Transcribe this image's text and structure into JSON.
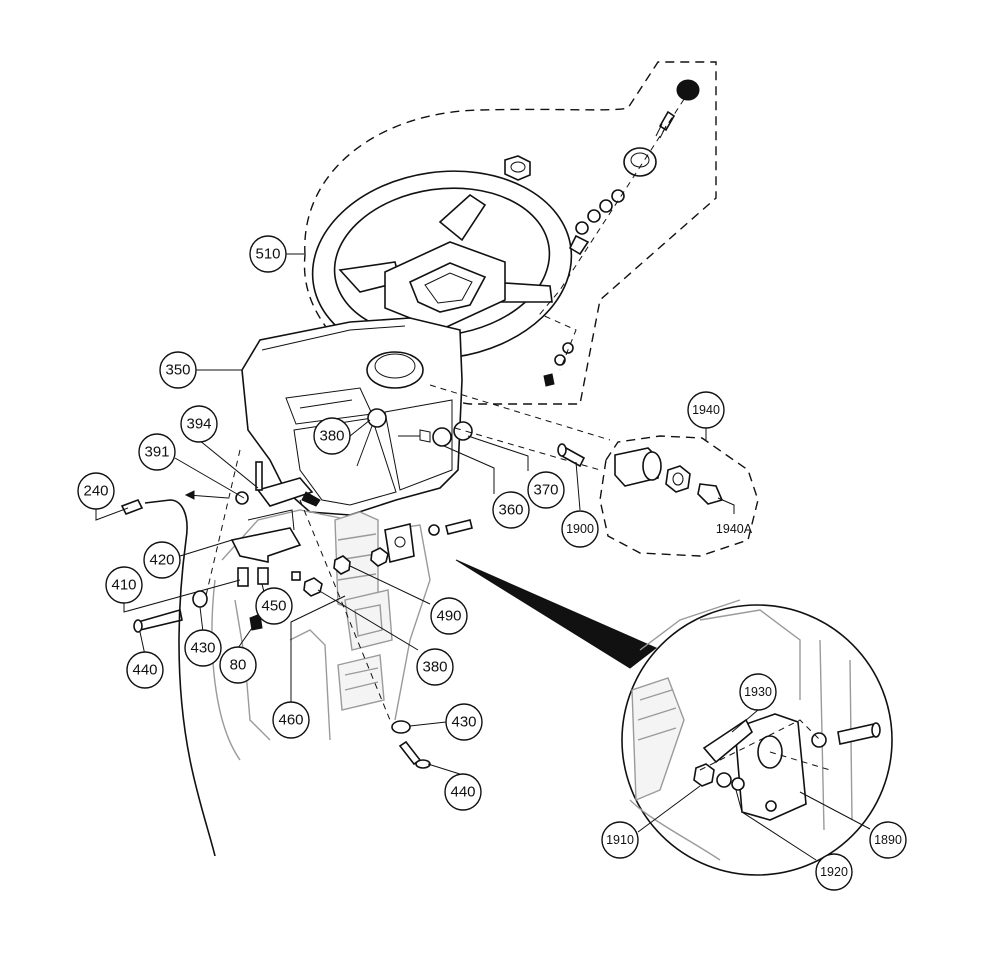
{
  "diagram": {
    "callouts": [
      {
        "id": "c510",
        "label": "510"
      },
      {
        "id": "c350",
        "label": "350"
      },
      {
        "id": "c394",
        "label": "394"
      },
      {
        "id": "c391",
        "label": "391"
      },
      {
        "id": "c380a",
        "label": "380"
      },
      {
        "id": "c240",
        "label": "240"
      },
      {
        "id": "c420",
        "label": "420"
      },
      {
        "id": "c410",
        "label": "410"
      },
      {
        "id": "c450",
        "label": "450"
      },
      {
        "id": "c430a",
        "label": "430"
      },
      {
        "id": "c440a",
        "label": "440"
      },
      {
        "id": "c80",
        "label": "80"
      },
      {
        "id": "c460",
        "label": "460"
      },
      {
        "id": "c380b",
        "label": "380"
      },
      {
        "id": "c490",
        "label": "490"
      },
      {
        "id": "c360",
        "label": "360"
      },
      {
        "id": "c370",
        "label": "370"
      },
      {
        "id": "c1900",
        "label": "1900"
      },
      {
        "id": "c1940",
        "label": "1940"
      },
      {
        "id": "c1940A",
        "label": "1940A"
      },
      {
        "id": "c430b",
        "label": "430"
      },
      {
        "id": "c440b",
        "label": "440"
      },
      {
        "id": "c1930",
        "label": "1930"
      },
      {
        "id": "c1910",
        "label": "1910"
      },
      {
        "id": "c1890",
        "label": "1890"
      },
      {
        "id": "c1920",
        "label": "1920"
      }
    ]
  }
}
